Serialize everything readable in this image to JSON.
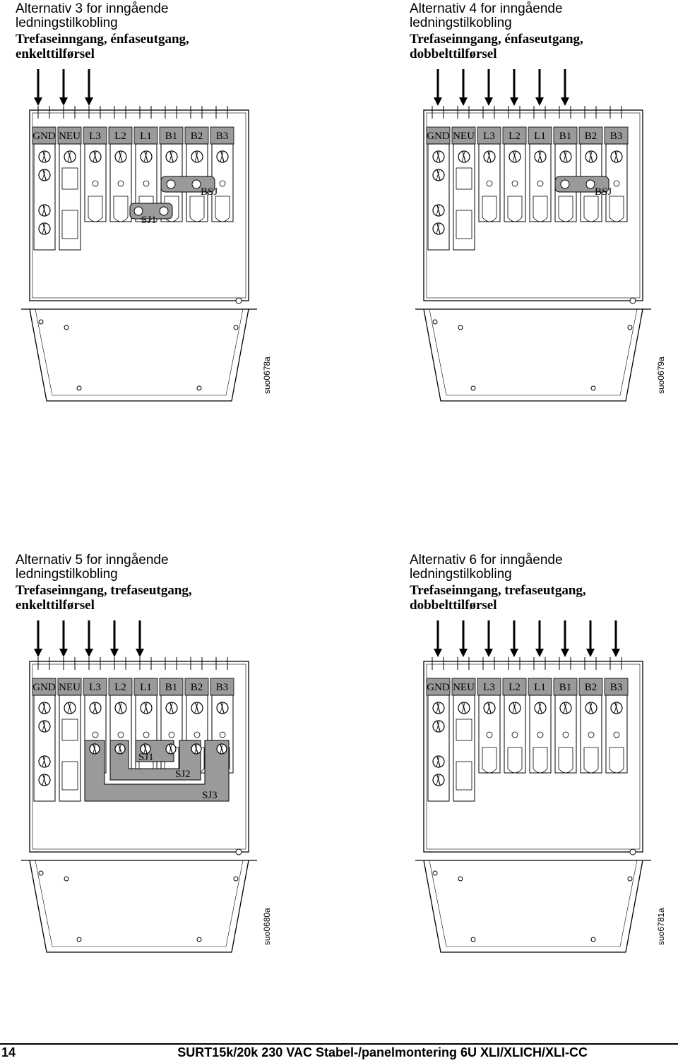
{
  "panels": [
    {
      "title_line1": "Alternativ 3 for inngående",
      "title_line2": "ledningstilkobling",
      "subtitle_line1": "Trefaseinngang, énfaseutgang,",
      "subtitle_line2": "enkelttilførsel",
      "figure_code": "suo0678a",
      "arrow_count": 3,
      "jumpers": [
        "SJ1",
        "BSJ"
      ]
    },
    {
      "title_line1": "Alternativ 4 for inngående",
      "title_line2": "ledningstilkobling",
      "subtitle_line1": "Trefaseinngang, énfaseutgang,",
      "subtitle_line2": "dobbelttilførsel",
      "figure_code": "suo0679a",
      "arrow_count": 6,
      "jumpers": [
        "BSJ"
      ]
    },
    {
      "title_line1": "Alternativ 5 for inngående",
      "title_line2": "ledningstilkobling",
      "subtitle_line1": "Trefaseinngang, trefaseutgang,",
      "subtitle_line2": "enkelttilførsel",
      "figure_code": "suo0680a",
      "arrow_count": 5,
      "jumpers": [
        "SJ1",
        "SJ2",
        "SJ3"
      ]
    },
    {
      "title_line1": "Alternativ 6 for inngående",
      "title_line2": "ledningstilkobling",
      "subtitle_line1": "Trefaseinngang, trefaseutgang,",
      "subtitle_line2": "dobbelttilførsel",
      "figure_code": "suo6781a",
      "arrow_count": 8,
      "jumpers": []
    }
  ],
  "terminal_labels": [
    "GND",
    "NEU",
    "L3",
    "L2",
    "L1",
    "B1",
    "B2",
    "B3"
  ],
  "footer": {
    "page_number": "14",
    "document_title": "SURT15k/20k  230 VAC  Stabel-/panelmontering 6U  XLI/XLICH/XLI-CC"
  }
}
